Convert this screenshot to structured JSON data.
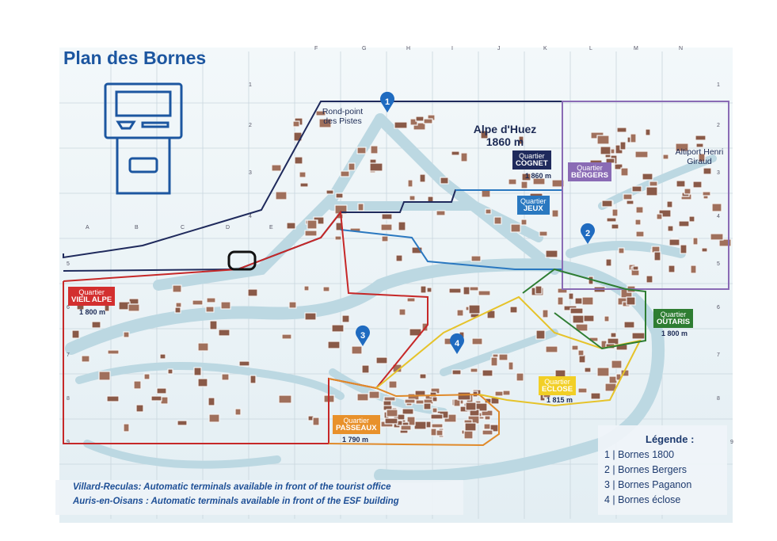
{
  "title": "Plan des Bornes",
  "icons": {
    "terminal": "atm-terminal-icon",
    "pin": "map-pin-icon"
  },
  "colors": {
    "title": "#1c56a0",
    "cognet": "#1f2a5c",
    "bergers": "#8a6bb5",
    "jeux": "#2a78c0",
    "vieil_alpe": "#c62828",
    "passeaux": "#e08a2a",
    "eclose": "#e6c32a",
    "outaris": "#2e7d32",
    "road": "#bcd8e2"
  },
  "grid": {
    "columns": [
      "A",
      "B",
      "C",
      "D",
      "E",
      "F",
      "G",
      "H",
      "I",
      "J",
      "K",
      "L",
      "M",
      "N"
    ],
    "rows": [
      "1",
      "2",
      "3",
      "4",
      "5",
      "6",
      "7",
      "8",
      "9"
    ]
  },
  "places": {
    "rond_point": "Rond-point des Pistes",
    "alpe_huez": "Alpe d'Huez",
    "alpe_huez_alt": "1860 m",
    "altiport": "Altiport Henri Giraud"
  },
  "quartiers": {
    "prefix": "Quartier",
    "cognet": {
      "name": "COGNET",
      "alt": "1 860 m"
    },
    "bergers": {
      "name": "BERGERS"
    },
    "jeux": {
      "name": "JEUX"
    },
    "vieil_alpe": {
      "name": "VIEIL ALPE",
      "alt": "1 800 m"
    },
    "outaris": {
      "name": "OUTARIS",
      "alt": "1 800 m"
    },
    "eclose": {
      "name": "ECLOSE",
      "alt": "1 815 m"
    },
    "passeaux": {
      "name": "PASSEAUX",
      "alt": "1 790 m"
    }
  },
  "pins": [
    "1",
    "2",
    "3",
    "4"
  ],
  "legend": {
    "title": "Légende :",
    "items": [
      "1 | Bornes 1800",
      "2 | Bornes Bergers",
      "3 | Bornes Paganon",
      "4 | Bornes éclose"
    ]
  },
  "footer": [
    "Villard-Reculas: Automatic terminals available in front of the tourist office",
    "Auris-en-Oisans : Automatic terminals available in front of the ESF building"
  ]
}
